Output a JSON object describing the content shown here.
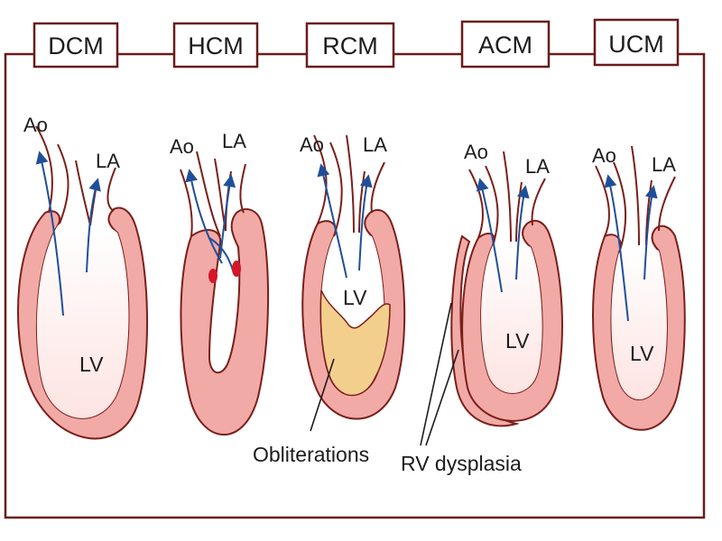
{
  "colors": {
    "wall_fill": "#f2aaa6",
    "wall_stroke": "#7a1f1a",
    "cavity_fill": "#fff6f5",
    "obliteration_fill": "#f3cf8e",
    "arrow": "#1f4f9a",
    "septal_dot": "#d3162a",
    "frame": "#6b1b1b"
  },
  "headers": [
    "DCM",
    "HCM",
    "RCM",
    "ACM",
    "UCM"
  ],
  "hearts": [
    {
      "ao": "Ao",
      "la": "LA",
      "lv": "LV"
    },
    {
      "ao": "Ao",
      "la": "LA"
    },
    {
      "ao": "Ao",
      "la": "LA",
      "lv": "LV"
    },
    {
      "ao": "Ao",
      "la": "LA",
      "lv": "LV"
    },
    {
      "ao": "Ao",
      "la": "LA",
      "lv": "LV"
    }
  ],
  "annotations": {
    "obliterations": "Obliterations",
    "rv_dysplasia": "RV dysplasia"
  }
}
